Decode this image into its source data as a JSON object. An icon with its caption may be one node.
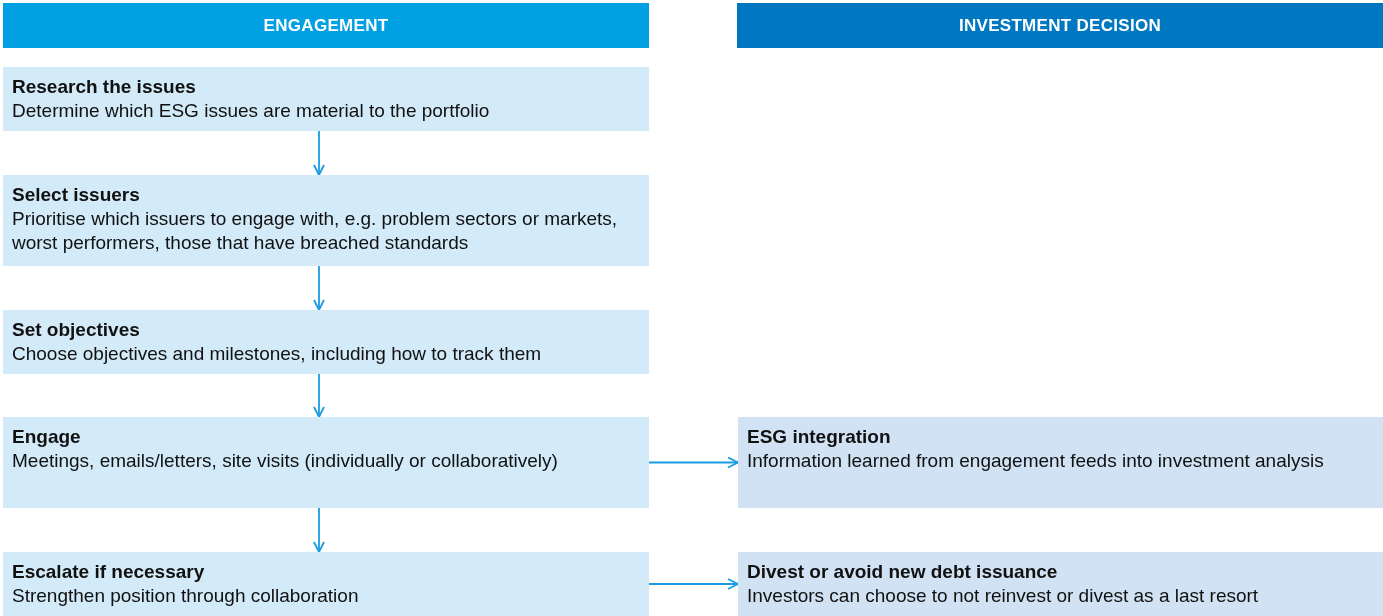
{
  "diagram": {
    "nodes": [
      {
        "text": [
          "ENGAGEMENT"
        ]
      },
      {
        "text": [
          "INVESTMENT DECISION"
        ]
      },
      {
        "text": [
          "Research the issues",
          "Determine which ESG issues are material to the portfolio"
        ]
      },
      {
        "text": [
          "Select issuers",
          "Prioritise which issuers to engage with, e.g. problem sectors or markets, worst performers, those that have breached standards"
        ]
      },
      {
        "text": [
          "Set objectives",
          "Choose objectives and milestones, including how to track them"
        ]
      },
      {
        "text": [
          "Engage",
          "Meetings, emails/letters, site visits (individually or collaboratively)"
        ]
      },
      {
        "text": [
          "Escalate if necessary",
          "Strengthen position through collaboration"
        ]
      },
      {
        "text": [
          "ESG integration",
          "Information learned from engagement feeds into investment analysis"
        ]
      },
      {
        "text": [
          "Divest or avoid new debt issuance",
          "Investors can choose to not reinvest or divest as a last resort"
        ]
      }
    ],
    "edges": [
      {
        "from": 2,
        "to": 3,
        "arrow": "to"
      },
      {
        "from": 3,
        "to": 4,
        "arrow": "to"
      },
      {
        "from": 4,
        "to": 5,
        "arrow": "to"
      },
      {
        "from": 5,
        "to": 6,
        "arrow": "to"
      },
      {
        "from": 5,
        "to": 7,
        "arrow": "to"
      },
      {
        "from": 6,
        "to": 8,
        "arrow": "to"
      }
    ]
  }
}
